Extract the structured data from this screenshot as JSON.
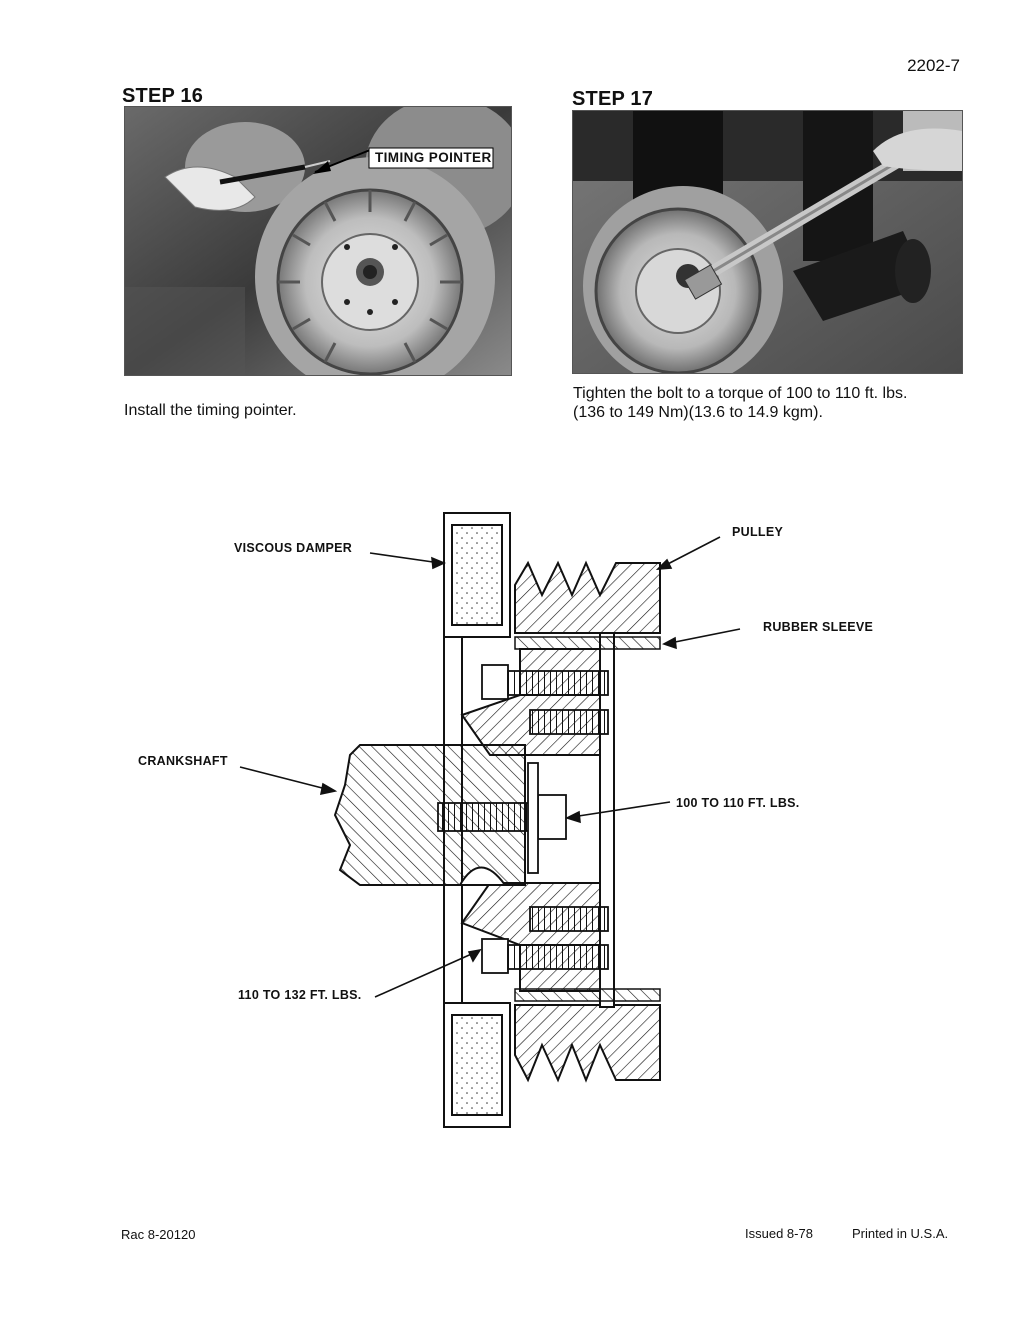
{
  "page_number": "2202-7",
  "steps": [
    {
      "title": "STEP 16",
      "photo_callout": "TIMING POINTER",
      "caption": "Install the timing pointer."
    },
    {
      "title": "STEP 17",
      "caption_line1": "Tighten the bolt to a torque of 100 to 110 ft. lbs.",
      "caption_line2": "(136 to 149 Nm)(13.6 to 14.9 kgm)."
    }
  ],
  "diagram": {
    "labels": {
      "viscous_damper": "VISCOUS DAMPER",
      "pulley": "PULLEY",
      "rubber_sleeve": "RUBBER SLEEVE",
      "crankshaft": "CRANKSHAFT",
      "center_bolt_torque": "100 TO 110 FT. LBS.",
      "pulley_bolt_torque": "110 TO 132 FT. LBS."
    }
  },
  "footer": {
    "left": "Rac 8-20120",
    "issued": "Issued 8-78",
    "printed": "Printed in U.S.A."
  }
}
